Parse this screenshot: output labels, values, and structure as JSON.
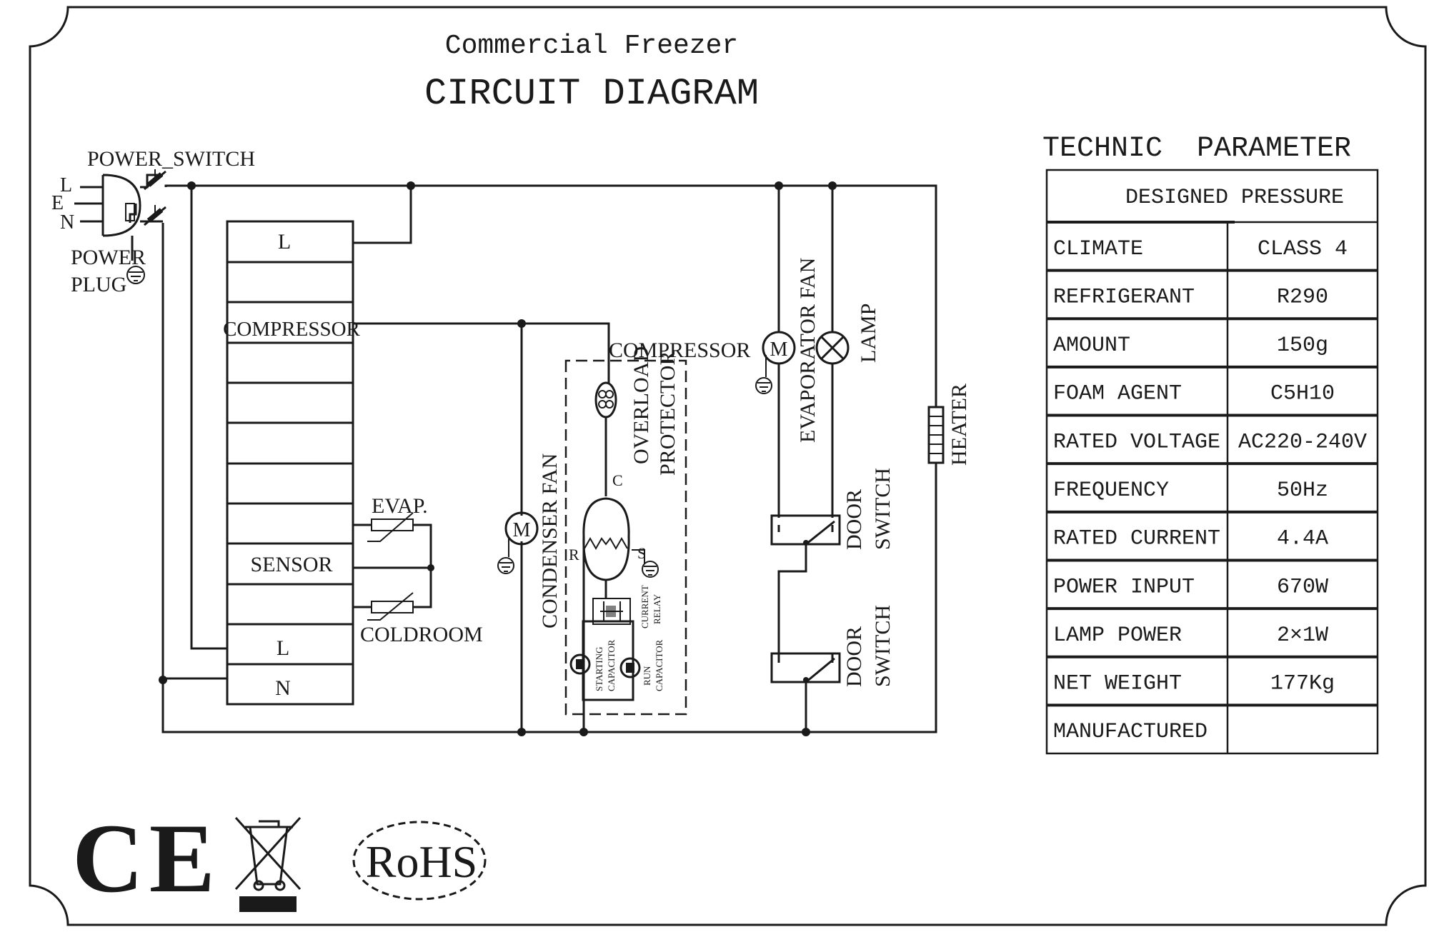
{
  "header": {
    "subtitle": "Commercial Freezer",
    "title": "CIRCUIT DIAGRAM"
  },
  "plug": {
    "switch_label": "POWER_SWITCH",
    "plug_label_line1": "POWER",
    "plug_label_line2": "PLUG",
    "pin_l": "L",
    "pin_e": "E",
    "pin_n": "N"
  },
  "controller": {
    "terminal_l_top": "L",
    "terminal_compressor": "COMPRESSOR",
    "terminal_sensor": "SENSOR",
    "terminal_l_bottom": "L",
    "terminal_n": "N"
  },
  "sensors": {
    "evap": "EVAP.",
    "coldroom": "COLDROOM"
  },
  "components": {
    "compressor": "COMPRESSOR",
    "overload_line1": "OVERLOAD",
    "overload_line2": "PROTECTOR",
    "condenser_fan": "CONDENSER FAN",
    "evaporator_fan": "EVAPORATOR FAN",
    "lamp": "LAMP",
    "heater": "HEATER",
    "door_switch_word1": "DOOR",
    "door_switch_word2": "SWITCH",
    "motor_symbol": "M",
    "terminal_c": "C",
    "terminal_r": "R",
    "terminal_s": "S",
    "current_relay_line1": "CURRENT",
    "current_relay_line2": "RELAY",
    "starting_cap_line1": "STARTING",
    "starting_cap_line2": "CAPACITOR",
    "run_cap_line1": "RUN",
    "run_cap_line2": "CAPACITOR"
  },
  "parameters": {
    "heading": "TECHNIC  PARAMETER",
    "designed_pressure": "DESIGNED PRESSURE",
    "rows": [
      {
        "label": "CLIMATE",
        "value": "CLASS 4"
      },
      {
        "label": "REFRIGERANT",
        "value": "R290"
      },
      {
        "label": "AMOUNT",
        "value": "150g"
      },
      {
        "label": "FOAM AGENT",
        "value": "C5H10"
      },
      {
        "label": "RATED VOLTAGE",
        "value": "AC220-240V"
      },
      {
        "label": "FREQUENCY",
        "value": "50Hz"
      },
      {
        "label": "RATED CURRENT",
        "value": "4.4A"
      },
      {
        "label": "POWER INPUT",
        "value": "670W"
      },
      {
        "label": "LAMP POWER",
        "value": "2×1W"
      },
      {
        "label": "NET WEIGHT",
        "value": "177Kg"
      },
      {
        "label": "MANUFACTURED",
        "value": ""
      }
    ]
  },
  "marks": {
    "ce": "CE",
    "rohs": "RoHS"
  }
}
